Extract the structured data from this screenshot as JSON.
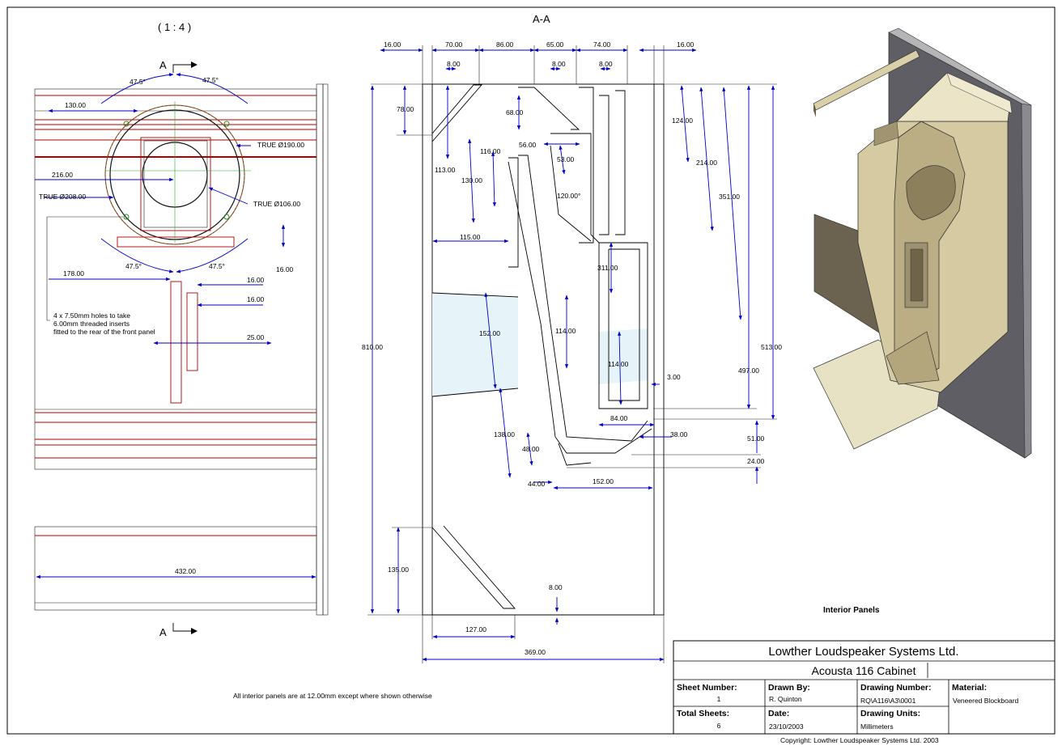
{
  "views": {
    "scale": "( 1 : 4 )",
    "section_label": "A-A",
    "section_marker": "A",
    "interior_label": "Interior Panels"
  },
  "front_view": {
    "dims": [
      "47.5°",
      "47.5°",
      "130.00",
      "216.00",
      "178.00",
      "47.5°",
      "47.5°",
      "16.00",
      "16.00",
      "16.00",
      "25.00",
      "432.00"
    ],
    "callouts": [
      "TRUE Ø190.00",
      "TRUE Ø208.00",
      "TRUE Ø106.00"
    ],
    "note_lines": [
      "4 x 7.50mm holes to take",
      "6.00mm threaded inserts",
      "fitted to the rear of the front panel"
    ]
  },
  "section_view": {
    "dims_top": [
      "16.00",
      "70.00",
      "86.00",
      "65.00",
      "74.00",
      "16.00",
      "8.00",
      "8.00",
      "8.00"
    ],
    "dims_interior": [
      "78.00",
      "68.00",
      "124.00",
      "56.00",
      "116.00",
      "53.00",
      "214.00",
      "113.00",
      "130.00",
      "120.00°",
      "351.00",
      "115.00",
      "311.00",
      "152.00",
      "114.00",
      "114.00",
      "3.00",
      "810.00",
      "513.00",
      "497.00",
      "84.00",
      "138.00",
      "38.00",
      "48.00",
      "51.00",
      "24.00",
      "44.00",
      "152.00",
      "135.00",
      "8.00",
      "127.00",
      "369.00"
    ]
  },
  "general_note": "All interior panels are at 12.00mm except where shown otherwise",
  "title_block": {
    "company": "Lowther Loudspeaker Systems Ltd.",
    "title": "Acousta 116 Cabinet",
    "sheet_number_label": "Sheet Number:",
    "sheet_number": "1",
    "drawn_by_label": "Drawn By:",
    "drawn_by": "R. Quinton",
    "drawing_number_label": "Drawing Number:",
    "drawing_number": "RQ\\A116\\A3\\0001",
    "material_label": "Material:",
    "material": "Veneered Blockboard",
    "total_sheets_label": "Total Sheets:",
    "total_sheets": "6",
    "date_label": "Date:",
    "date": "23/10/2003",
    "units_label": "Drawing Units:",
    "units": "Millimeters",
    "copyright": "Copyright: Lowther Loudspeaker Systems Ltd. 2003"
  }
}
